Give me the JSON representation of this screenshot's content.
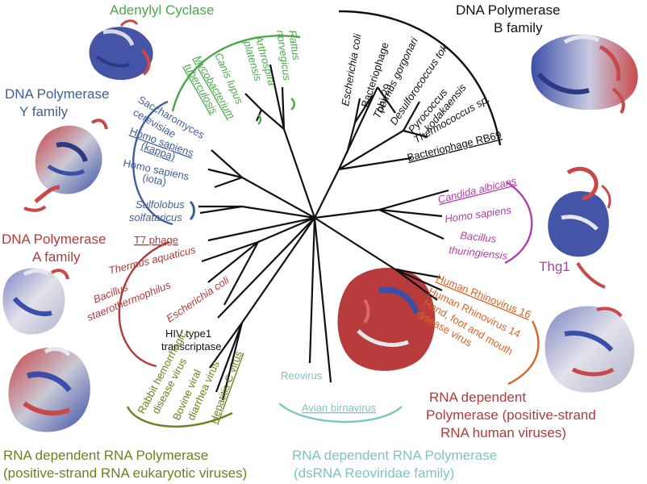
{
  "colors": {
    "black": "#111111",
    "green": "#4aa84a",
    "blue": "#3f5f9a",
    "red": "#b23a3a",
    "magenta": "#b040a8",
    "orange": "#d86428",
    "teal": "#7cc6c0",
    "olive": "#6f7f1c"
  },
  "groups": {
    "adenylyl": {
      "title": "Adenylyl Cyclase"
    },
    "polb": {
      "title_line1": "DNA Polymerase",
      "title_line2": "B family"
    },
    "poly": {
      "title_line1": "DNA Polymerase",
      "title_line2": "Y family"
    },
    "pola": {
      "title_line1": "DNA Polymerase",
      "title_line2": "A family"
    },
    "thg1": {
      "title": "Thg1"
    },
    "rdrp_pos_human": {
      "title_line1": "RNA dependent",
      "title_line2": "Polymerase (positive-strand",
      "title_line3": "RNA human viruses)"
    },
    "rdrp_ds": {
      "title_line1": "RNA dependent RNA Polymerase",
      "title_line2": "(dsRNA Reoviridae family)"
    },
    "rdrp_pos_euk": {
      "title_line1": "RNA dependent RNA Polymerase",
      "title_line2": "(positive-strand RNA eukaryotic viruses)"
    }
  },
  "leaves": {
    "rattus": {
      "l1": "Rattus",
      "l2": "norvegicus"
    },
    "arthrospira": {
      "l1": "Arthrospira",
      "l2": "platensis"
    },
    "canis": {
      "l1": "Canis lupus"
    },
    "mycobacterium": {
      "l1": "Mycobacterium",
      "l2": "tuberculosis"
    },
    "ecoli_b": {
      "l1": "Escherichia coli"
    },
    "phi29": {
      "l1": "Bacteriophage",
      "l2": "phi-29"
    },
    "gorgonari": {
      "l1": "Thermus gorgonari"
    },
    "desulfuro": {
      "l1": "Desulforococcus tok"
    },
    "pyrococcus": {
      "l1": "Pyrococcus",
      "l2": "kodakaensis"
    },
    "thermococcus": {
      "l1": "Thermococcus sp."
    },
    "rb69": {
      "l1": "Bacteriophage RB69"
    },
    "saccharomyces": {
      "l1": "Saccharomyces",
      "l2": "cerevisiae"
    },
    "hs_kappa": {
      "l1": "Homo sapiens",
      "l2": "(kappa)"
    },
    "hs_iota": {
      "l1": "Homo sapiens",
      "l2": "(iota)"
    },
    "sulfolobus": {
      "l1": "Sulfolobus",
      "l2": "solfataricus"
    },
    "candida": {
      "l1": "Candida albicans"
    },
    "hs_thg1": {
      "l1": "Homo sapiens"
    },
    "bacillus_thur": {
      "l1": "Bacillus",
      "l2": "thuringiensis"
    },
    "t7": {
      "l1": "T7 phage"
    },
    "thermus_aq": {
      "l1": "Thermus aquaticus"
    },
    "bacillus_st": {
      "l1": "Bacillus",
      "l2": "staerothermophilus"
    },
    "ecoli_a": {
      "l1": "Escherichia coli"
    },
    "hiv": {
      "l1": "HIV type1",
      "l2": "transcriptase"
    },
    "rhino16": {
      "l1": "Human Rhinovirus 16"
    },
    "rhino14": {
      "l1": "Human Rhinovirus 14"
    },
    "hfmd": {
      "l1": "Hand, foot and mouth",
      "l2": "disease virus"
    },
    "reovirus": {
      "l1": "Reovirus"
    },
    "birnavirus": {
      "l1": "Avian birnavirus"
    },
    "rabbit": {
      "l1": "Rabbit hemorrhagic",
      "l2": "disease virus"
    },
    "bovine": {
      "l1": "Bovine viral",
      "l2": "diarrhea virus"
    },
    "hepc": {
      "l1": "Hepatitis C virus"
    }
  }
}
